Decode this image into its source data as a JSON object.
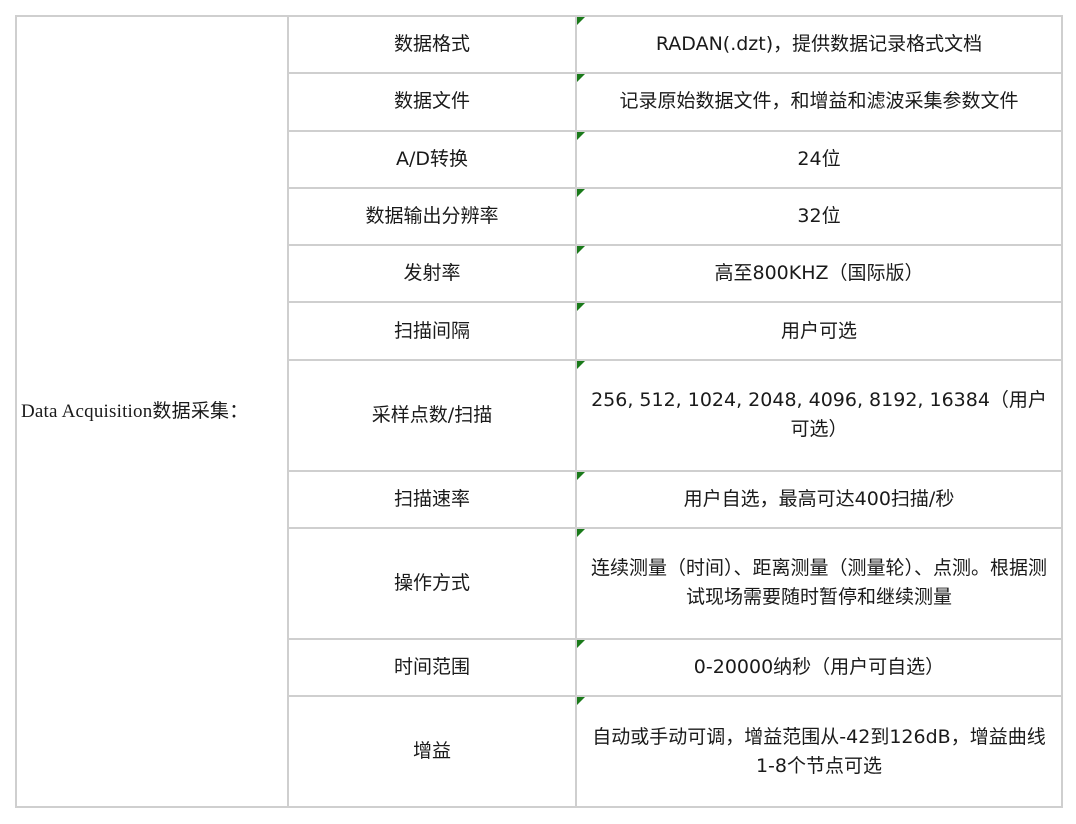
{
  "group_label": "Data Acquisition数据采集：",
  "rows": [
    {
      "label": "数据格式",
      "value": "RADAN(.dzt)，提供数据记录格式文档"
    },
    {
      "label": "数据文件",
      "value": "记录原始数据文件，和增益和滤波采集参数文件"
    },
    {
      "label": "A/D转换",
      "value": "24位"
    },
    {
      "label": "数据输出分辨率",
      "value": "32位"
    },
    {
      "label": "发射率",
      "value": "高至800KHZ（国际版）"
    },
    {
      "label": "扫描间隔",
      "value": "用户可选"
    },
    {
      "label": "采样点数/扫描",
      "value": "256, 512, 1024, 2048, 4096, 8192, 16384（用户可选）"
    },
    {
      "label": "扫描速率",
      "value": "用户自选，最高可达400扫描/秒"
    },
    {
      "label": "操作方式",
      "value": "连续测量（时间）、距离测量（测量轮）、点测。根据测试现场需要随时暂停和继续测量"
    },
    {
      "label": "时间范围",
      "value": "0-20000纳秒（用户可自选）"
    },
    {
      "label": "增益",
      "value": "自动或手动可调，增益范围从-42到126dB，增益曲线1-8个节点可选"
    }
  ]
}
